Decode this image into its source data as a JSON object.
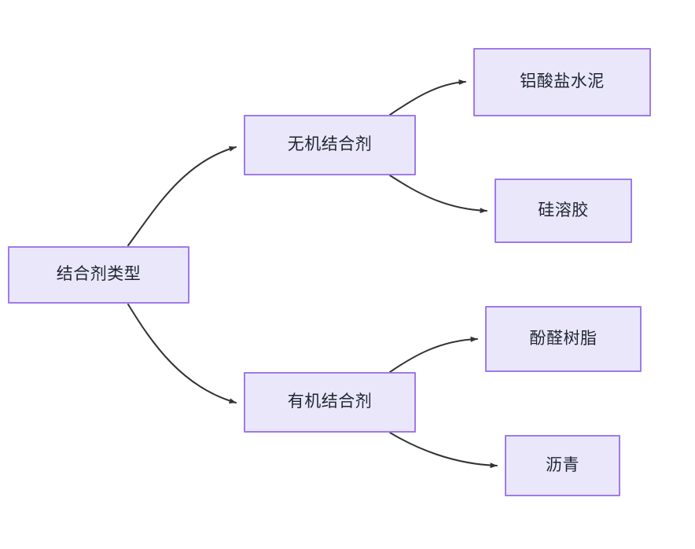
{
  "diagram": {
    "type": "flowchart",
    "direction": "left-to-right",
    "background_color": "#ffffff",
    "node_fill_color": "#eae7fb",
    "node_border_color": "#9f7aea",
    "node_text_color": "#1f2430",
    "edge_color": "#333333",
    "nodes": [
      {
        "id": "root",
        "label": "结合剂类型",
        "level": 0
      },
      {
        "id": "inorganic",
        "label": "无机结合剂",
        "level": 1
      },
      {
        "id": "organic",
        "label": "有机结合剂",
        "level": 1
      },
      {
        "id": "aluminate",
        "label": "铝酸盐水泥",
        "level": 2
      },
      {
        "id": "silica_sol",
        "label": "硅溶胶",
        "level": 2
      },
      {
        "id": "phenolic",
        "label": "酚醛树脂",
        "level": 2
      },
      {
        "id": "asphalt",
        "label": "沥青",
        "level": 2
      }
    ],
    "edges": [
      {
        "from": "root",
        "to": "inorganic",
        "arrow": "end"
      },
      {
        "from": "root",
        "to": "organic",
        "arrow": "end"
      },
      {
        "from": "inorganic",
        "to": "aluminate",
        "arrow": "end"
      },
      {
        "from": "inorganic",
        "to": "silica_sol",
        "arrow": "end"
      },
      {
        "from": "organic",
        "to": "phenolic",
        "arrow": "end"
      },
      {
        "from": "organic",
        "to": "asphalt",
        "arrow": "end"
      }
    ]
  }
}
